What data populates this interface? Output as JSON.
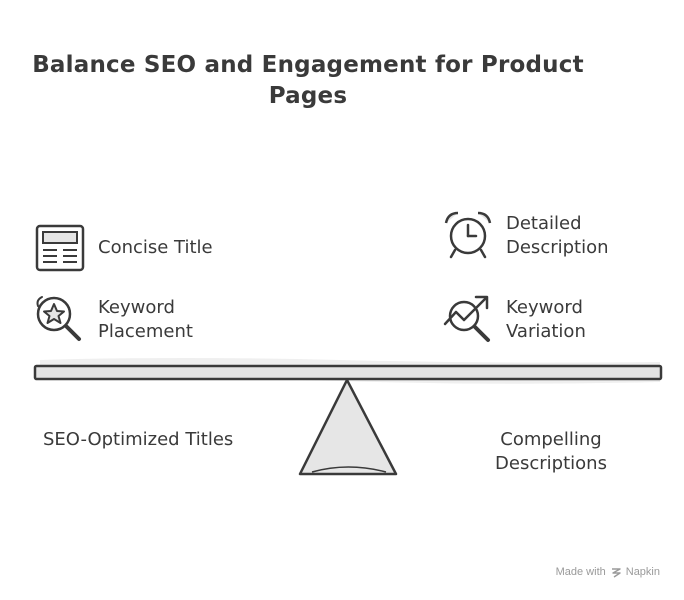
{
  "title": "Balance SEO and Engagement for Product Pages",
  "left": {
    "items": [
      {
        "label": "Concise Title",
        "icon": "newspaper-icon"
      },
      {
        "label": "Keyword\nPlacement",
        "icon": "magnifier-star-icon"
      }
    ],
    "caption": "SEO-Optimized Titles"
  },
  "right": {
    "items": [
      {
        "label": "Detailed\nDescription",
        "icon": "alarm-clock-icon"
      },
      {
        "label": "Keyword\nVariation",
        "icon": "trend-magnifier-icon"
      }
    ],
    "caption": "Compelling\nDescriptions"
  },
  "footer": {
    "made_with": "Made with",
    "brand": "Napkin"
  },
  "colors": {
    "ink": "#3a3a3a",
    "fill": "#e6e6e6",
    "footer": "#9a9a9a"
  }
}
